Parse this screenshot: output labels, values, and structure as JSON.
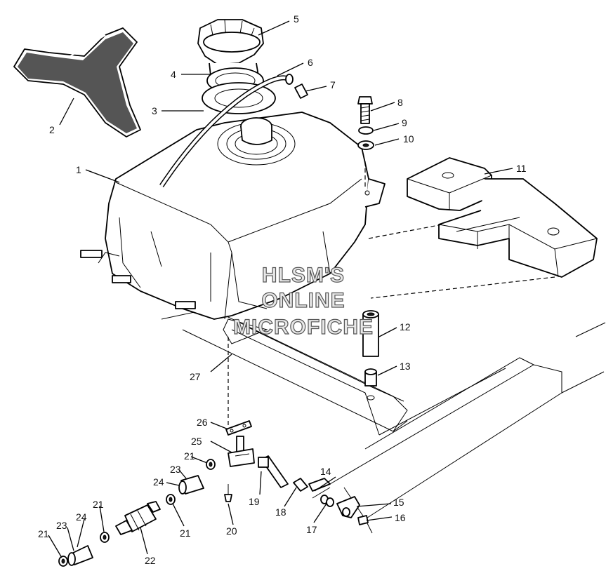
{
  "watermark": {
    "line1": "HLSM'S",
    "line2": "ONLINE",
    "line3": "MICROFICHE"
  },
  "callouts": {
    "c1": "1",
    "c2": "2",
    "c3": "3",
    "c4": "4",
    "c5": "5",
    "c6": "6",
    "c7": "7",
    "c8": "8",
    "c9": "9",
    "c10": "10",
    "c11": "11",
    "c12": "12",
    "c13": "13",
    "c14": "14",
    "c15": "15",
    "c16": "16",
    "c17": "17",
    "c18": "18",
    "c19": "19",
    "c20": "20",
    "c21a": "21",
    "c21b": "21",
    "c21c": "21",
    "c21d": "21",
    "c22": "22",
    "c23a": "23",
    "c23b": "23",
    "c24a": "24",
    "c24b": "24",
    "c25": "25",
    "c26": "26",
    "c27": "27"
  }
}
